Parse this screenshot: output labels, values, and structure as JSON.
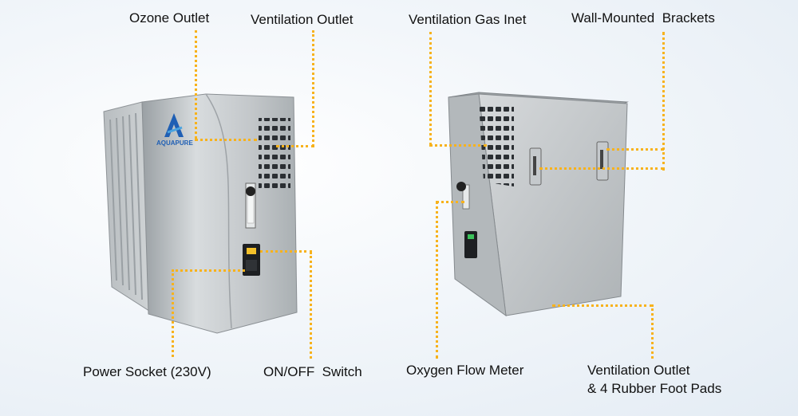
{
  "brand": "AQUAPURE",
  "labels": {
    "ozone_outlet": "Ozone Outlet",
    "ventilation_outlet_top": "Ventilation Outlet",
    "ventilation_gas_inlet": "Ventilation Gas Inet",
    "wall_brackets": "Wall-Mounted  Brackets",
    "power_socket": "Power Socket (230V)",
    "on_off_switch": "ON/OFF  Switch",
    "oxygen_flow_meter": "Oxygen Flow Meter",
    "ventilation_outlet_bottom_line1": "Ventilation Outlet",
    "ventilation_outlet_bottom_line2": "& 4 Rubber Foot Pads"
  },
  "colors": {
    "leader_line": "#f7b21c",
    "steel": "#c9cdd0",
    "brand_blue": "#1f5fb4"
  }
}
